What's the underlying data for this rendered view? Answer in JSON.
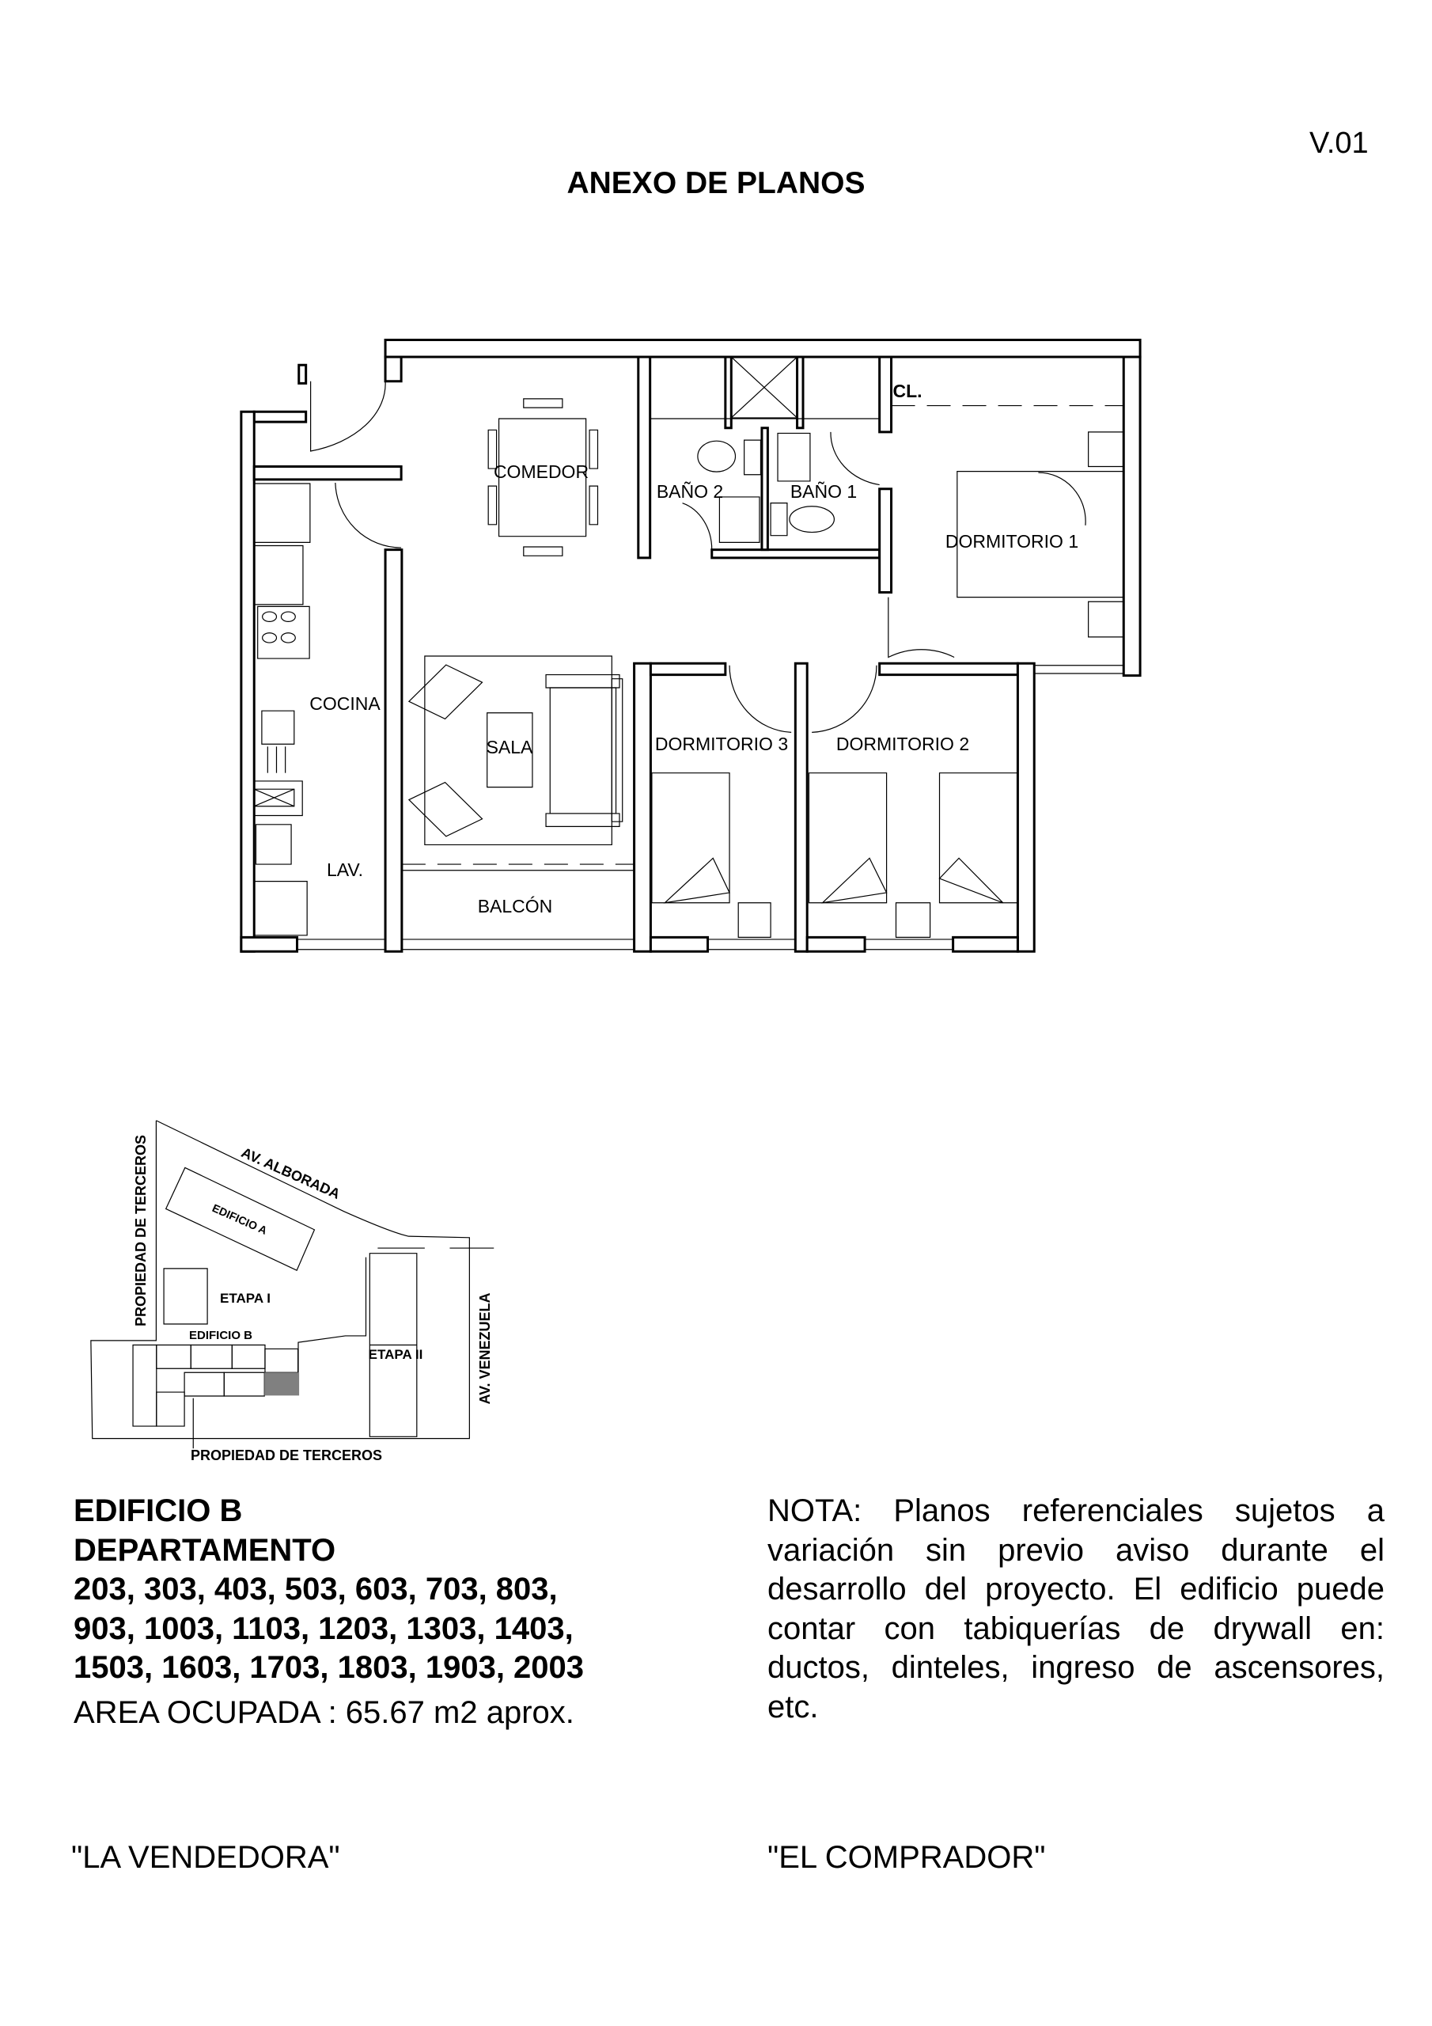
{
  "header": {
    "version": "V.01",
    "title": "ANEXO DE PLANOS"
  },
  "floor_plan": {
    "rooms": {
      "comedor": "COMEDOR",
      "bano2": "BAÑO 2",
      "bano1": "BAÑO 1",
      "closet": "CL.",
      "dormitorio1": "DORMITORIO 1",
      "cocina": "COCINA",
      "sala": "SALA",
      "dormitorio3": "DORMITORIO 3",
      "dormitorio2": "DORMITORIO 2",
      "lavanderia": "LAV.",
      "balcon": "BALCÓN"
    }
  },
  "site_plan": {
    "propiedad_left": "PROPIEDAD DE TERCEROS",
    "av_alborada": "AV. ALBORADA",
    "edificio_a": "EDIFICIO A",
    "etapa_1": "ETAPA I",
    "edificio_b": "EDIFICIO B",
    "etapa_2": "ETAPA II",
    "av_venezuela": "AV. VENEZUELA",
    "propiedad_bottom": "PROPIEDAD DE TERCEROS",
    "highlight_color": "#808080"
  },
  "unit_info": {
    "building": "EDIFICIO B",
    "dept_label": "DEPARTAMENTO",
    "units_lines": [
      "203, 303, 403, 503, 603, 703, 803,",
      "903, 1003, 1103, 1203, 1303, 1403,",
      "1503, 1603, 1703, 1803, 1903, 2003"
    ],
    "area": "AREA OCUPADA  : 65.67 m2 aprox."
  },
  "nota": {
    "lines": [
      "NOTA: Planos referenciales sujetos a",
      "variación sin previo aviso durante el",
      "desarrollo del proyecto. El edificio puede",
      "contar con tabiquerías de drywall en:",
      "ductos, dinteles, ingreso de ascensores,",
      "etc."
    ]
  },
  "signatures": {
    "seller": "\"LA VENDEDORA\"",
    "buyer": "\"EL COMPRADOR\""
  }
}
